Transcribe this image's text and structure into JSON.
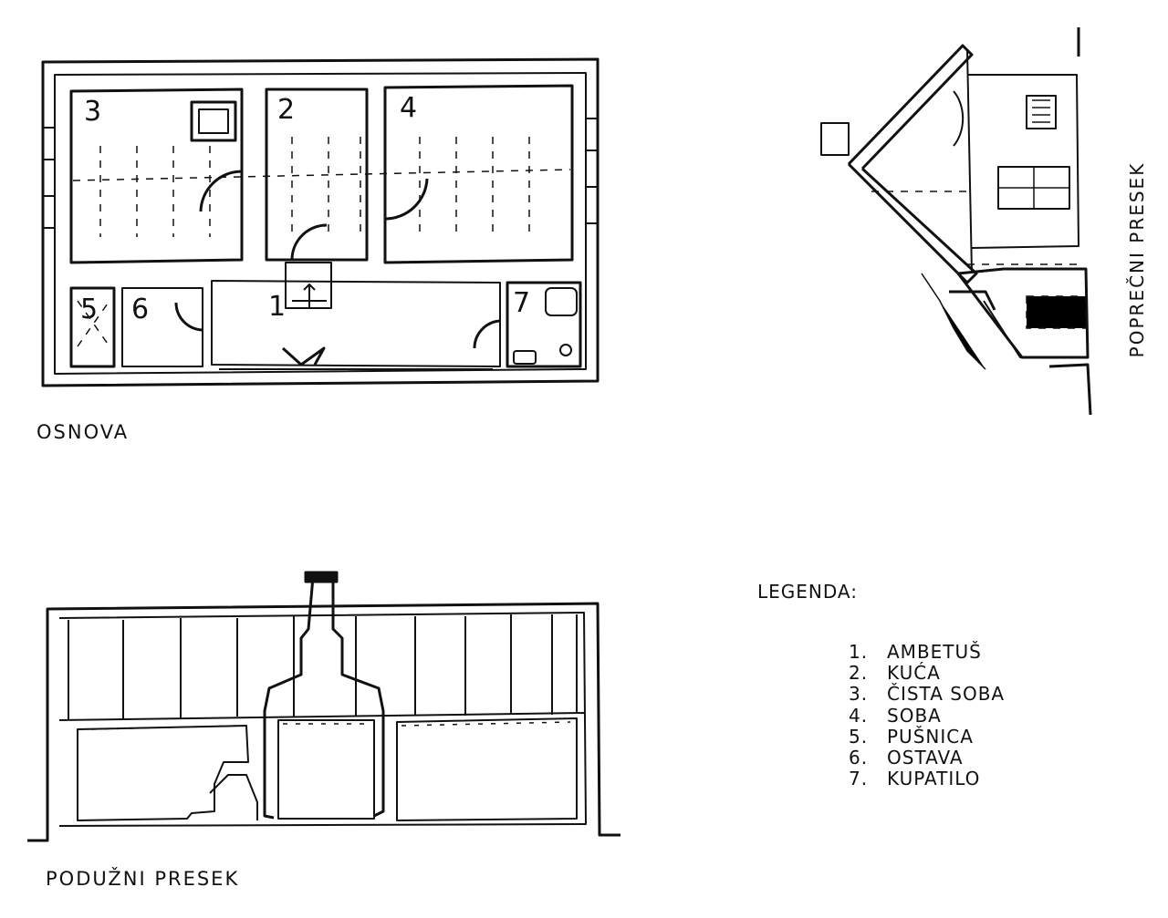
{
  "labels": {
    "plan": "OSNOVA",
    "longitudinal_section": "PODUŽNI PRESEK",
    "cross_section": "POPREČNI PRESEK"
  },
  "room_numbers": [
    "1",
    "2",
    "3",
    "4",
    "5",
    "6",
    "7"
  ],
  "legend": {
    "title": "LEGENDA:",
    "items": [
      {
        "num": "1.",
        "name": "AMBETUŠ"
      },
      {
        "num": "2.",
        "name": "KUĆA"
      },
      {
        "num": "3.",
        "name": "ČISTA SOBA"
      },
      {
        "num": "4.",
        "name": "SOBA"
      },
      {
        "num": "5.",
        "name": "PUŠNICA"
      },
      {
        "num": "6.",
        "name": "OSTAVA"
      },
      {
        "num": "7.",
        "name": "KUPATILO"
      }
    ]
  },
  "colors": {
    "ink": "#111111",
    "paper": "#ffffff"
  }
}
